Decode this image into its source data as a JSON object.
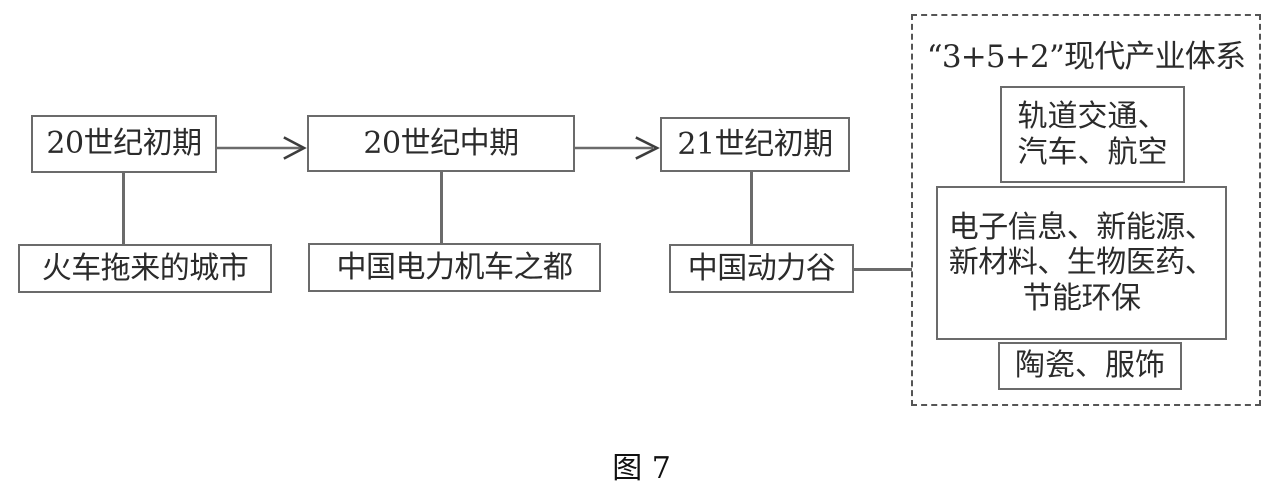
{
  "figure": {
    "caption": "图 7",
    "timeline": [
      {
        "id": "early-20th",
        "period_label": "20世纪初期",
        "title_label": "火车拖来的城市"
      },
      {
        "id": "mid-20th",
        "period_label": "20世纪中期",
        "title_label": "中国电力机车之都"
      },
      {
        "id": "early-21st",
        "period_label": "21世纪初期",
        "title_label": "中国动力谷"
      }
    ],
    "arrows": [
      {
        "id": "arrow-1",
        "from": "20世纪初期",
        "to": "20世纪中期"
      },
      {
        "id": "arrow-2",
        "from": "20世纪中期",
        "to": "21世纪初期"
      }
    ],
    "link_line": {
      "id": "link-dongligu-to-industry",
      "from": "中国动力谷",
      "to": "“3+5+2”现代产业体系"
    },
    "industry_system": {
      "title": "“3+5+2”现代产业体系",
      "groups": [
        {
          "id": "group-3",
          "count": 3,
          "label": "轨道交通、\n汽车、航空",
          "items": [
            "轨道交通",
            "汽车",
            "航空"
          ]
        },
        {
          "id": "group-5",
          "count": 5,
          "label": "电子信息、新能源、\n新材料、生物医药、\n节能环保",
          "items": [
            "电子信息",
            "新能源",
            "新材料",
            "生物医药",
            "节能环保"
          ]
        },
        {
          "id": "group-2",
          "count": 2,
          "label": "陶瓷、服饰",
          "items": [
            "陶瓷",
            "服饰"
          ]
        }
      ]
    },
    "colors": {
      "box_border": "#6b6b6b",
      "dashed_border": "#555555",
      "text": "#2b2b2b",
      "background": "#ffffff"
    }
  }
}
